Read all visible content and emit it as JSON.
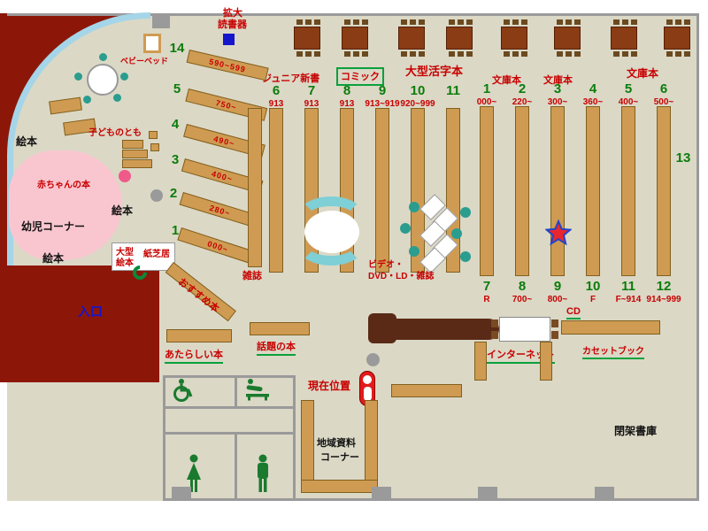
{
  "magnifier": {
    "line1": "拡大",
    "line2": "読書器"
  },
  "top_labels": {
    "junior": "ジュニア新書",
    "comic": "コミック",
    "large_print": "大型活字本",
    "bunko1": "文庫本",
    "bunko2": "文庫本",
    "bunko3": "文庫本"
  },
  "fan_shelves": [
    {
      "num": "14",
      "range": "590~599"
    },
    {
      "num": "5",
      "range": "750~"
    },
    {
      "num": "4",
      "range": "490~"
    },
    {
      "num": "3",
      "range": "400~"
    },
    {
      "num": "2",
      "range": "280~"
    },
    {
      "num": "1",
      "range": "000~"
    }
  ],
  "mid_columns": [
    {
      "num": "6",
      "cls": "913"
    },
    {
      "num": "7",
      "cls": "913"
    },
    {
      "num": "8",
      "cls": "913"
    },
    {
      "num": "9",
      "cls": "913~919"
    },
    {
      "num": "10",
      "cls": "920~999"
    },
    {
      "num": "11",
      "cls": ""
    }
  ],
  "right_top": [
    {
      "num": "1",
      "cls": "000~"
    },
    {
      "num": "2",
      "cls": "220~"
    },
    {
      "num": "3",
      "cls": "300~"
    },
    {
      "num": "4",
      "cls": "360~"
    },
    {
      "num": "5",
      "cls": "400~"
    },
    {
      "num": "6",
      "cls": "500~"
    }
  ],
  "right_bottom": [
    {
      "num": "7",
      "cls": "R"
    },
    {
      "num": "8",
      "cls": "700~"
    },
    {
      "num": "9",
      "cls": "800~"
    },
    {
      "num": "10",
      "cls": "F"
    },
    {
      "num": "11",
      "cls": "F~914"
    },
    {
      "num": "12",
      "cls": "914~999"
    }
  ],
  "wall_shelf_num": "13",
  "magazines": "雑誌",
  "recommended": "おすすめ本",
  "media_label": {
    "line1": "ビデオ・",
    "line2": "DVD・LD・雑誌"
  },
  "kids": {
    "baby_bed": "ベビーベッド",
    "kodomo_no_tomo": "子どものとも",
    "baby_books": "赤ちゃんの本",
    "toddler_corner": "幼児コーナー",
    "ehon1": "絵本",
    "ehon2": "絵本",
    "ehon3": "絵本",
    "large_ehon_line1": "大型",
    "large_ehon_line2": "絵本",
    "kamishibai": "紙芝居"
  },
  "entrance": "入口",
  "south": {
    "new_books": "あたらしい本",
    "topic_books": "話題の本",
    "current_location": "現在位置",
    "cd": "CD",
    "internet": "インターネット",
    "cassette": "カセットブック",
    "local1": "地域資料",
    "local2": "コーナー",
    "closed_stacks": "閉架書庫"
  },
  "colors": {
    "floor": "#dbd8c6",
    "shelf": "#cf9b52",
    "accent_red": "#c80000",
    "accent_green": "#0b7c0b",
    "offlimits_maroon": "#8c1708",
    "arc_blue": "#a5d5e8",
    "baby_pink": "#f9c6d0",
    "bench_cyan": "#7ecfd6",
    "entrance_blue": "#1515d0"
  }
}
